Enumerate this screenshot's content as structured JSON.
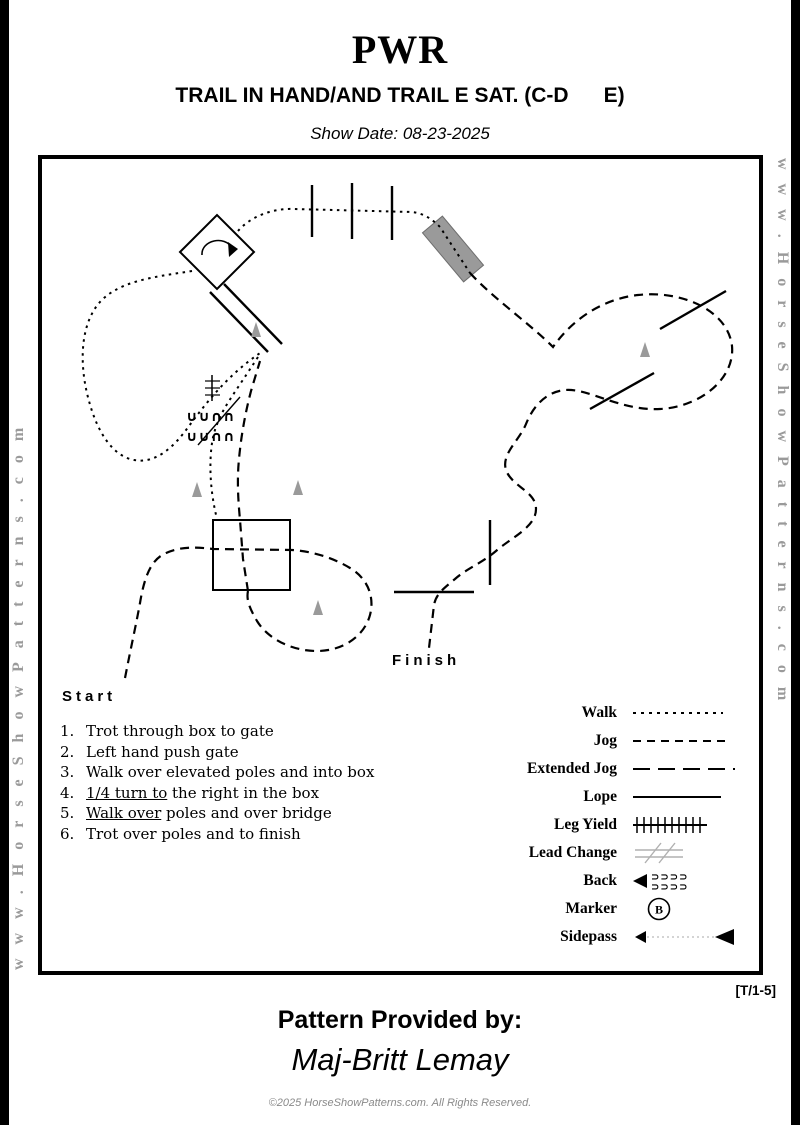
{
  "header": {
    "title": "PWR",
    "subtitle": "TRAIL IN HAND/AND TRAIL E SAT. (C-D      E)",
    "show_date": "Show Date: 08-23-2025"
  },
  "watermarks": {
    "left": "www.HorseShowPatterns.com",
    "right": "www.HorseShowPatterns.com"
  },
  "diagram": {
    "start_label": "Start",
    "finish_label": "Finish",
    "cups_row": "∪∪∩∩"
  },
  "instructions": [
    {
      "num": "1.",
      "lead": "",
      "rest": "Trot through box to gate"
    },
    {
      "num": "2.",
      "lead": "",
      "rest": "Left hand push gate"
    },
    {
      "num": "3.",
      "lead": "",
      "rest": "Walk over elevated poles and into box"
    },
    {
      "num": "4.",
      "lead": "1/4 turn to",
      "rest": " the right in the box"
    },
    {
      "num": "5.",
      "lead": "Walk over",
      "rest": " poles and over bridge"
    },
    {
      "num": "6.",
      "lead": "",
      "rest": "Trot over poles and to finish"
    }
  ],
  "legend": {
    "items": [
      {
        "label": "Walk"
      },
      {
        "label": "Jog"
      },
      {
        "label": "Extended Jog"
      },
      {
        "label": "Lope"
      },
      {
        "label": "Leg Yield"
      },
      {
        "label": "Lead Change"
      },
      {
        "label": "Back"
      },
      {
        "label": "Marker"
      },
      {
        "label": "Sidepass"
      }
    ],
    "marker_letter": "B",
    "back_glyph": "⊃⊃⊃⊃"
  },
  "footer": {
    "pattern_code": "[T/1-5]",
    "provided_by": "Pattern Provided by:",
    "provider": "Maj-Britt Lemay",
    "copyright": "©2025 HorseShowPatterns.com. All Rights Reserved."
  },
  "colors": {
    "ink": "#000000",
    "watermark_gray": "#9a9a9a",
    "tree_gray": "#9a9a9a",
    "bridge_gray": "#9a9a9a"
  }
}
